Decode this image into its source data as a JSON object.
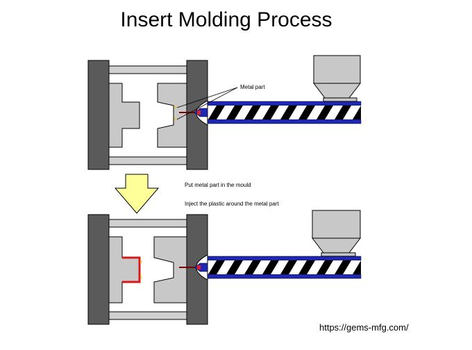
{
  "title": "Insert Molding Process",
  "labels": {
    "metal_part": "Metal part",
    "step1": "Put metal part in the mould",
    "step2": "Inject the plastic around the metal part"
  },
  "source_url": "https://gems-mfg.com/",
  "colors": {
    "platen": "#5a5a5a",
    "mold_body": "#c8c8c8",
    "hopper": "#c8c8c8",
    "barrel": "#1f28b4",
    "screw": "#000000",
    "nozzle_tip": "#e02020",
    "runner": "#7a0000",
    "arrow_fill": "#ffff99",
    "insert": "#e8c420",
    "molded_plastic": "#d81818"
  }
}
